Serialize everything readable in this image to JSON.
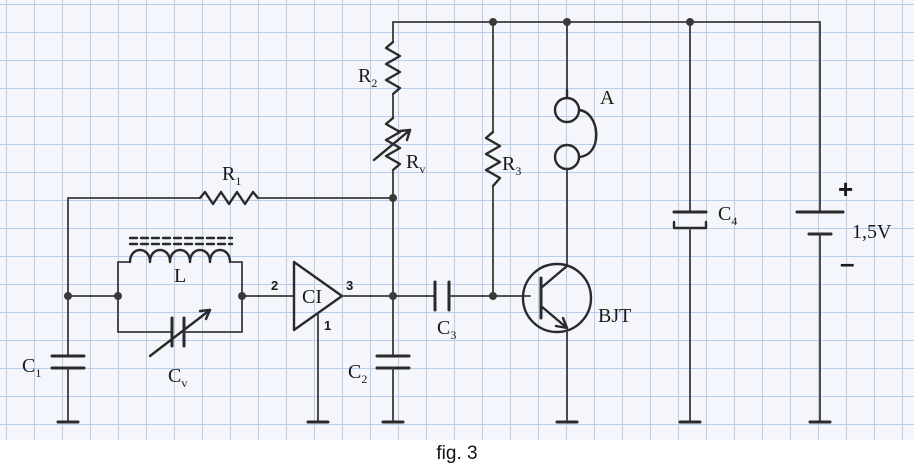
{
  "labels": {
    "r1": {
      "main": "R",
      "sub": "1"
    },
    "r2": {
      "main": "R",
      "sub": "2"
    },
    "rv": {
      "main": "R",
      "sub": "v"
    },
    "r3": {
      "main": "R",
      "sub": "3"
    },
    "l": "L",
    "cv": {
      "main": "C",
      "sub": "v"
    },
    "c1": {
      "main": "C",
      "sub": "1"
    },
    "c2": {
      "main": "C",
      "sub": "2"
    },
    "c3": {
      "main": "C",
      "sub": "3"
    },
    "c4": {
      "main": "C",
      "sub": "4"
    },
    "ci": "CI",
    "pin1": "1",
    "pin2": "2",
    "pin3": "3",
    "a": "A",
    "bjt": "BJT",
    "plus": "+",
    "minus": "–",
    "voltage": "1,5V"
  },
  "caption": "fig. 3"
}
